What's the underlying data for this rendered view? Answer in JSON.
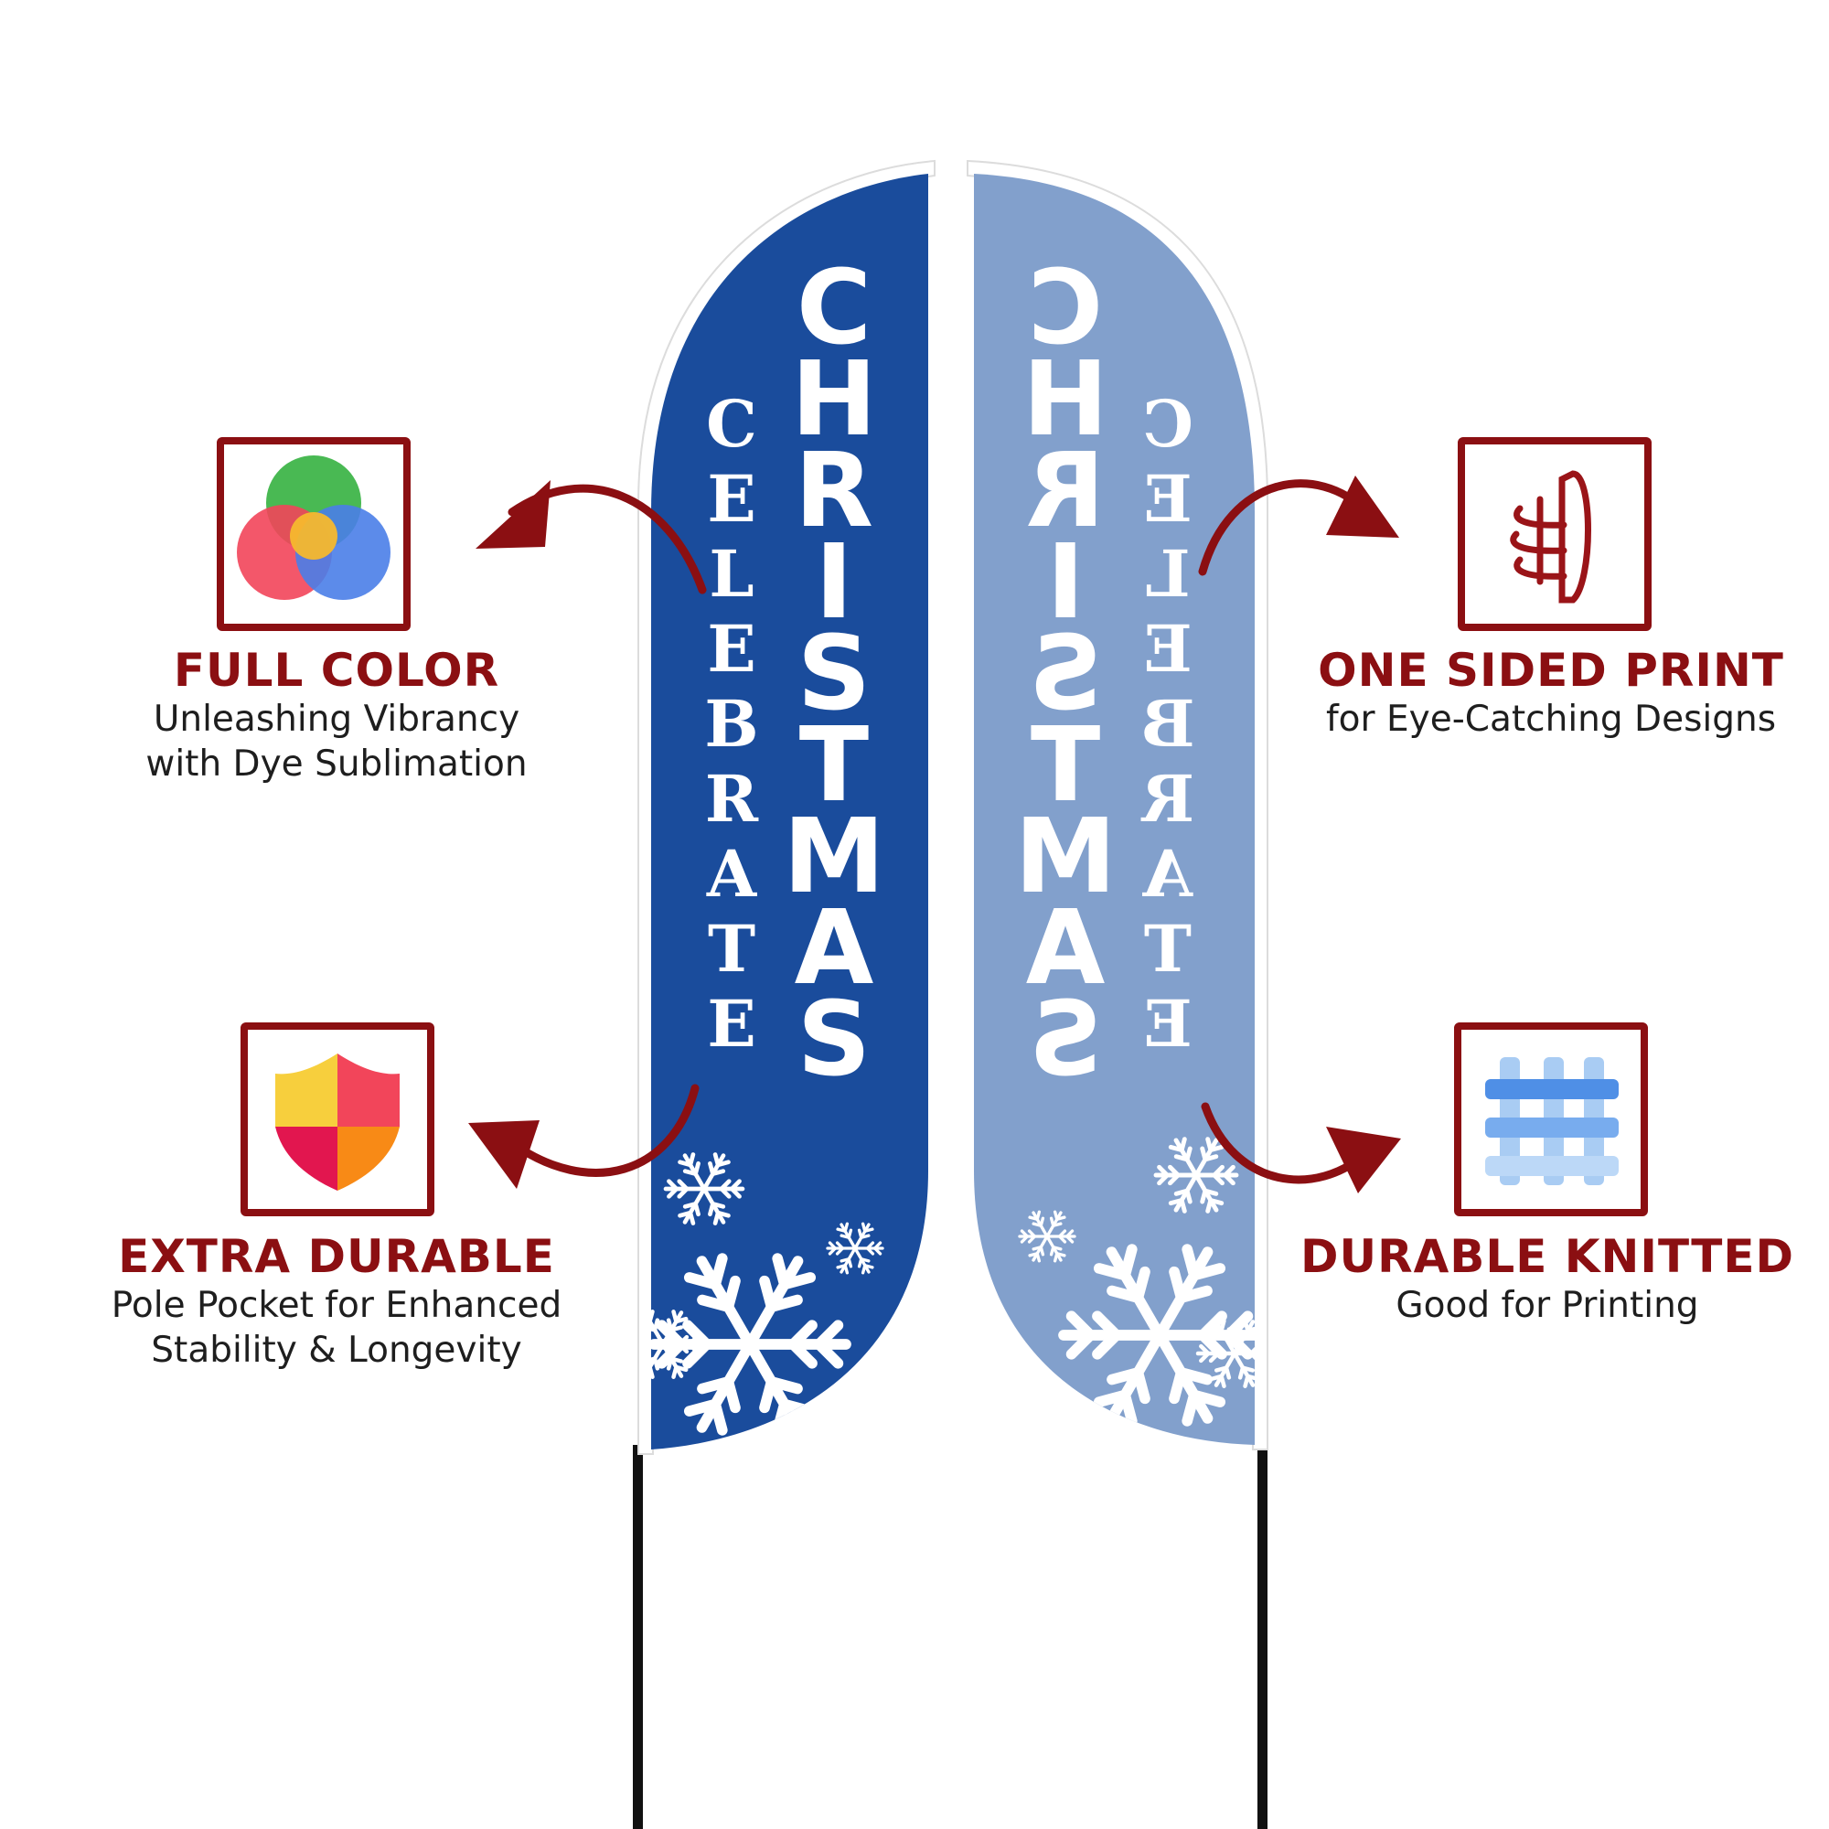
{
  "flags": {
    "front": {
      "big_text": "CHRISTMAS",
      "small_text": "CELEBRATE",
      "color": "#1a4c9c"
    },
    "back": {
      "big_text": "CHRISTMAS",
      "small_text": "CELEBRATE",
      "color": "#82a0cc",
      "mirrored": true
    }
  },
  "features": [
    {
      "icon": "color-wheel-icon",
      "title": "FULL COLOR",
      "description": "Unleashing Vibrancy\nwith Dye Sublimation"
    },
    {
      "icon": "printing-spiral-icon",
      "title": "ONE SIDED PRINT",
      "description": "for Eye-Catching Designs"
    },
    {
      "icon": "shield-icon",
      "title": "EXTRA DURABLE",
      "description": "Pole Pocket for Enhanced\nStability & Longevity"
    },
    {
      "icon": "knitted-fabric-icon",
      "title": "DURABLE KNITTED",
      "description": "Good for Printing"
    }
  ],
  "colors": {
    "accent": "#8b0f12",
    "text": "#1e1e1e",
    "pole": "#111111"
  }
}
